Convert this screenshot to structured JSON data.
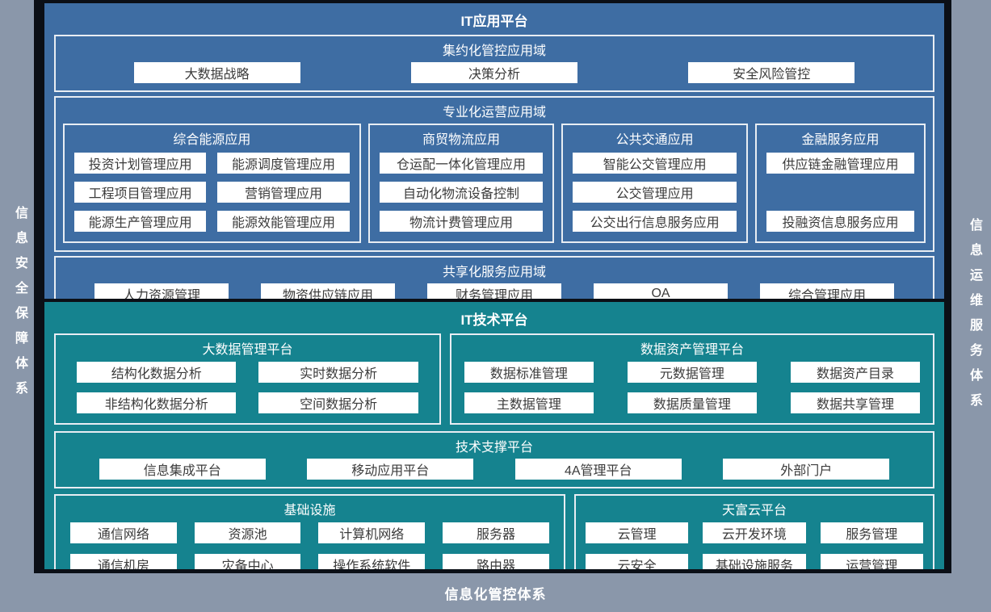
{
  "sidebars": {
    "left": "信息安全保障体系",
    "right": "信息运维服务体系",
    "bottom": "信息化管控体系"
  },
  "app_platform": {
    "title": "IT应用平台",
    "centralized_domain": {
      "title": "集约化管控应用域",
      "items": [
        "大数据战略",
        "决策分析",
        "安全风险管控"
      ]
    },
    "specialized_domain": {
      "title": "专业化运营应用域",
      "groups": [
        {
          "title": "综合能源应用",
          "items": [
            "投资计划管理应用",
            "能源调度管理应用",
            "工程项目管理应用",
            "营销管理应用",
            "能源生产管理应用",
            "能源效能管理应用"
          ]
        },
        {
          "title": "商贸物流应用",
          "items": [
            "仓运配一体化管理应用",
            "自动化物流设备控制",
            "物流计费管理应用"
          ]
        },
        {
          "title": "公共交通应用",
          "items": [
            "智能公交管理应用",
            "公交管理应用",
            "公交出行信息服务应用"
          ]
        },
        {
          "title": "金融服务应用",
          "items": [
            "供应链金融管理应用",
            "投融资信息服务应用"
          ]
        }
      ]
    },
    "shared_domain": {
      "title": "共享化服务应用域",
      "items": [
        "人力资源管理",
        "物资供应链应用",
        "财务管理应用",
        "OA",
        "综合管理应用"
      ]
    }
  },
  "tech_platform": {
    "title": "IT技术平台",
    "bigdata": {
      "title": "大数据管理平台",
      "items": [
        "结构化数据分析",
        "实时数据分析",
        "非结构化数据分析",
        "空间数据分析"
      ]
    },
    "data_asset": {
      "title": "数据资产管理平台",
      "items": [
        "数据标准管理",
        "元数据管理",
        "数据资产目录",
        "主数据管理",
        "数据质量管理",
        "数据共享管理"
      ]
    },
    "tech_support": {
      "title": "技术支撑平台",
      "items": [
        "信息集成平台",
        "移动应用平台",
        "4A管理平台",
        "外部门户"
      ]
    },
    "infrastructure": {
      "title": "基础设施",
      "items": [
        "通信网络",
        "资源池",
        "计算机网络",
        "服务器",
        "通信机房",
        "灾备中心",
        "操作系统软件",
        "路由器"
      ]
    },
    "cloud": {
      "title": "天富云平台",
      "items": [
        "云管理",
        "云开发环境",
        "服务管理",
        "云安全",
        "基础设施服务",
        "运营管理"
      ]
    }
  },
  "colors": {
    "background_gray": "#8A97AA",
    "frame_dark": "#0B0F16",
    "app_platform_blue": "#3E6DA3",
    "tech_platform_teal": "#15838F",
    "box_fill": "#FFFFFF",
    "box_text": "#3B3B3B",
    "border_light": "#E8EDF3"
  }
}
